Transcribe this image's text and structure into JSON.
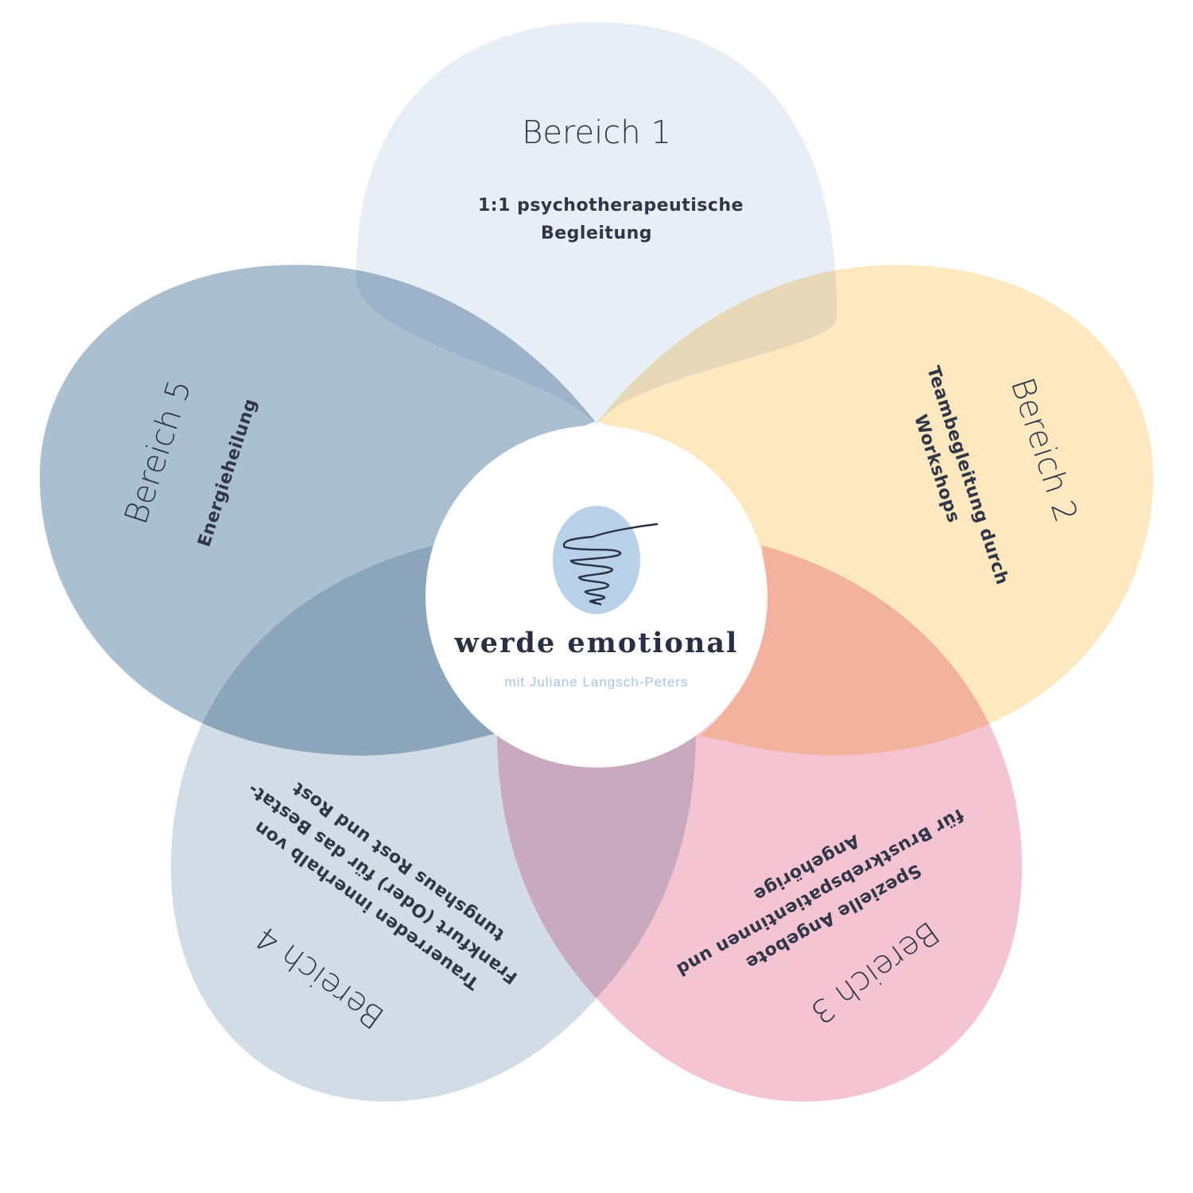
{
  "colors": {
    "bereich1": "#e8eef5",
    "bereich2": "#fde8c0",
    "bereich3": "#f5c4d2",
    "bereich4": "#d1dce6",
    "bereich5": "#aabfd0",
    "logo": "#b8d0e8",
    "subtitle": "#a8c4e0"
  },
  "areas": [
    {
      "title": "Bereich 1",
      "lines": [
        "1:1 psychotherapeutische",
        "Begleitung"
      ]
    },
    {
      "title": "Bereich 2",
      "lines": [
        "Teambegleitung durch",
        "Workshops"
      ]
    },
    {
      "title": "Bereich 3",
      "lines": [
        "für Brustkrebspatientinnen und",
        "Angehörige",
        "Spezielle Angebote"
      ]
    },
    {
      "title": "Bereich 4",
      "lines": [
        "Trauerreden innerhalb von",
        "Frankfurt (Oder) für das Bestat-",
        "tungshaus Rost und Rost"
      ]
    },
    {
      "title": "Bereich 5",
      "lines": [
        "Energieheilung"
      ]
    }
  ],
  "center": {
    "brand": "werde emotional",
    "subtitle": "mit  Juliane Langsch-Peters"
  },
  "logo_icon": "spiral-squiggle-icon"
}
